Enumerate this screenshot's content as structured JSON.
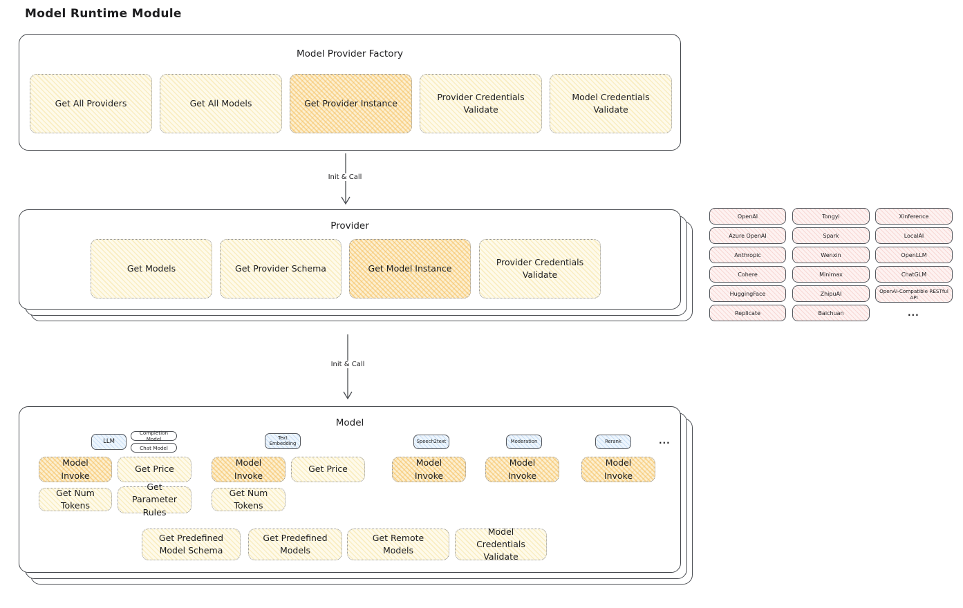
{
  "title": "Model Runtime Module",
  "arrows": {
    "label1": "Init & Call",
    "label2": "Init & Call"
  },
  "factory": {
    "title": "Model Provider Factory",
    "buttons": [
      {
        "label": "Get All Providers",
        "highlight": false
      },
      {
        "label": "Get All Models",
        "highlight": false
      },
      {
        "label": "Get Provider Instance",
        "highlight": true
      },
      {
        "label": "Provider Credentials Validate",
        "highlight": false
      },
      {
        "label": "Model Credentials Validate",
        "highlight": false
      }
    ]
  },
  "provider": {
    "title": "Provider",
    "buttons": [
      {
        "label": "Get Models",
        "highlight": false
      },
      {
        "label": "Get Provider Schema",
        "highlight": false
      },
      {
        "label": "Get Model Instance",
        "highlight": true
      },
      {
        "label": "Provider Credentials Validate",
        "highlight": false
      }
    ]
  },
  "providers_grid": {
    "column1": [
      "OpenAI",
      "Azure OpenAI",
      "Anthropic",
      "Cohere",
      "HuggingFace",
      "Replicate"
    ],
    "column2": [
      "Tongyi",
      "Spark",
      "Wenxin",
      "Minimax",
      "ZhipuAI",
      "Baichuan"
    ],
    "column3": [
      "Xinference",
      "LocalAI",
      "OpenLLM",
      "ChatGLM",
      "OpenAI-Compatible RESTful API"
    ],
    "ellipsis": "..."
  },
  "model": {
    "title": "Model",
    "tabs": {
      "llm": "LLM",
      "completion_model": "Completion Model",
      "chat_model": "Chat Model",
      "text_embedding": "Text Embedding",
      "speech2text": "Speech2text",
      "moderation": "Moderation",
      "rerank": "Rerank",
      "ellipsis": "..."
    },
    "llm_actions": {
      "invoke": "Model Invoke",
      "get_price": "Get Price",
      "get_num_tokens": "Get Num Tokens",
      "get_parameter_rules": "Get Parameter Rules"
    },
    "embedding_actions": {
      "invoke": "Model Invoke",
      "get_price": "Get Price",
      "get_num_tokens": "Get Num Tokens"
    },
    "speech2text_actions": {
      "invoke": "Model Invoke"
    },
    "moderation_actions": {
      "invoke": "Model Invoke"
    },
    "rerank_actions": {
      "invoke": "Model Invoke"
    },
    "shared_actions": [
      "Get Predefined Model Schema",
      "Get Predefined Models",
      "Get Remote Models",
      "Model Credentials Validate"
    ]
  },
  "colors": {
    "accent_orange": "#f4bc56",
    "light_yellow": "#fefaea",
    "light_pink": "#fdf2f1",
    "light_blue": "#edf5fd",
    "border_dark": "#43464b"
  }
}
